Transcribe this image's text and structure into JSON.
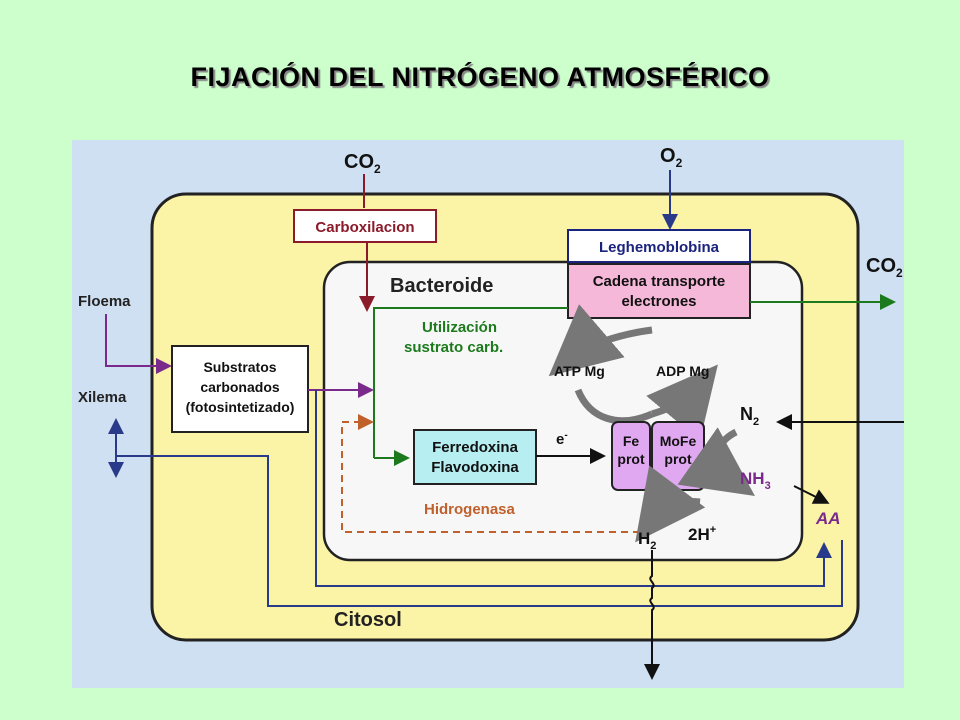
{
  "title": "FIJACIÓN DEL NITRÓGENO ATMOSFÉRICO",
  "labels": {
    "co2_top": "CO",
    "co2_top_sub": "2",
    "o2_top": "O",
    "o2_top_sub": "2",
    "co2_right": "CO",
    "co2_right_sub": "2",
    "carboxilacion": "Carboxilacion",
    "leghemoglobina": "Leghemoblobina",
    "cadena_line1": "Cadena transporte",
    "cadena_line2": "electrones",
    "bacteroide": "Bacteroide",
    "floema": "Floema",
    "xilema": "Xilema",
    "substratos_line1": "Substratos",
    "substratos_line2": "carbonados",
    "substratos_line3": "(fotosintetizado)",
    "utilizacion_line1": "Utilización",
    "utilizacion_line2": "sustrato carb.",
    "atp": "ATP Mg",
    "adp": "ADP Mg",
    "ferredoxina_line1": "Ferredoxina",
    "ferredoxina_line2": "Flavodoxina",
    "electron": "e",
    "electron_sup": "-",
    "fe_prot_line1": "Fe",
    "fe_prot_line2": "prot",
    "mofe_prot_line1": "MoFe",
    "mofe_prot_line2": "prot",
    "n2": "N",
    "n2_sub": "2",
    "nh3": "NH",
    "nh3_sub": "3",
    "aa": "AA",
    "hidrogenasa": "Hidrogenasa",
    "h2": "H",
    "h2_sub": "2",
    "h_plus": "2H",
    "h_plus_sup": "+",
    "citosol": "Citosol"
  },
  "colors": {
    "background": "#ccffcc",
    "panel": "#cfe0f2",
    "cell": "#fbf3a6",
    "bacteroid": "#f7f7f7",
    "carboxilacion_text": "#8b1a2a",
    "leghemoglobina_text": "#1a237e",
    "cadena_fill": "#f5b8d8",
    "ferredoxina_fill": "#b7eef2",
    "prot_fill": "#e0a8f0",
    "green": "#1c7a1c",
    "purple": "#7a2a8a",
    "navy": "#2a3a8a",
    "orange": "#c0602a"
  }
}
